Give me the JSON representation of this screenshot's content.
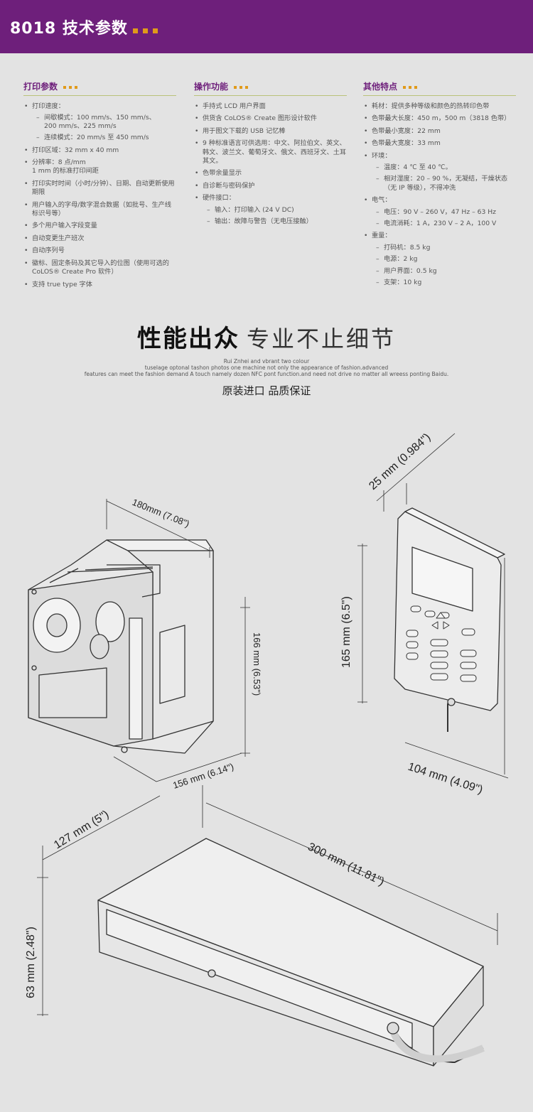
{
  "header": {
    "title": "8018 技术参数"
  },
  "columns": [
    {
      "heading": "打印参数",
      "items": [
        {
          "text": "打印速度：",
          "subs": [
            "间歇模式：100 mm/s、150 mm/s、",
            "200 mm/s、225 mm/s",
            "连续模式：20 mm/s 至 450 mm/s"
          ]
        },
        {
          "text": "打印区域：32 mm x 40 mm"
        },
        {
          "text": "分辨率：8 点/mm\n1 mm 的标准打印间距"
        },
        {
          "text": "打印实时时间（小时/分钟）、日期、自动更新使用期限"
        },
        {
          "text": "用户输入的字母/数字混合数据（如批号、生产线标识号等）"
        },
        {
          "text": "多个用户输入字段变量"
        },
        {
          "text": "自动变更生产班次"
        },
        {
          "text": "自动序列号"
        },
        {
          "text": "徽标、固定条码及其它导入的位图（使用可选的 CoLOS® Create Pro 软件）"
        },
        {
          "text": "支持 true type 字体"
        }
      ]
    },
    {
      "heading": "操作功能",
      "items": [
        {
          "text": "手持式 LCD 用户界面"
        },
        {
          "text": "供货含 CoLOS® Create 图形设计软件"
        },
        {
          "text": "用于图文下载的 USB 记忆棒"
        },
        {
          "text": "9 种标准语言可供选用：中文、阿拉伯文、英文、韩文、波兰文、葡萄牙文、俄文、西班牙文、土耳其文。"
        },
        {
          "text": "色带余量显示"
        },
        {
          "text": "自诊断与密码保护"
        },
        {
          "text": "硬件接口：",
          "subs": [
            "输入：打印输入 (24 V DC)",
            "输出：故障与警告（无电压接触）"
          ]
        }
      ]
    },
    {
      "heading": "其他特点",
      "items": [
        {
          "text": "耗材：提供多种等级和颜色的热转印色带"
        },
        {
          "text": "色带最大长度：450 m，500 m（3818 色带）"
        },
        {
          "text": "色带最小宽度：22 mm"
        },
        {
          "text": "色带最大宽度：33 mm"
        },
        {
          "text": "环境：",
          "subs": [
            "温度：4 ℃ 至 40 ℃。",
            "相对湿度：20 – 90 %，无凝结，干燥状态（无 IP 等级），不得冲洗"
          ]
        },
        {
          "text": "电气：",
          "subs": [
            "电压：90 V – 260 V，47 Hz – 63 Hz",
            "电流消耗：1 A，230 V – 2 A，100 V"
          ]
        },
        {
          "text": "重量：",
          "subs": [
            "打码机：8.5 kg",
            "电源：2 kg",
            "用户界面：0.5 kg",
            "支架：10 kg"
          ]
        }
      ]
    }
  ],
  "slogan": {
    "bold": "性能出众",
    "light": "专业不止细节",
    "english_1": "Rui Znhei and vbrant two colour",
    "english_2": "tuselage optonal tashon photos one machine not only the appearance of fashion.advanced",
    "english_3": "features can meet the fashion demand A touch namely dozen NFC pont function.and need not drive no matter all wreess ponting Baidu.",
    "subtitle": "原装进口 品质保证"
  },
  "dimensions": {
    "printer_width": "180mm (7.08\")",
    "printer_height": "166 mm (6.53\")",
    "printer_depth": "156 mm (6.14\")",
    "panel_depth": "25 mm (0.984\")",
    "panel_height": "165 mm (6.5\")",
    "panel_width": "104 mm (4.09\")",
    "psu_depth": "127 mm (5\")",
    "psu_length": "300 mm (11.81\")",
    "psu_height": "63 mm (2.48\")"
  }
}
